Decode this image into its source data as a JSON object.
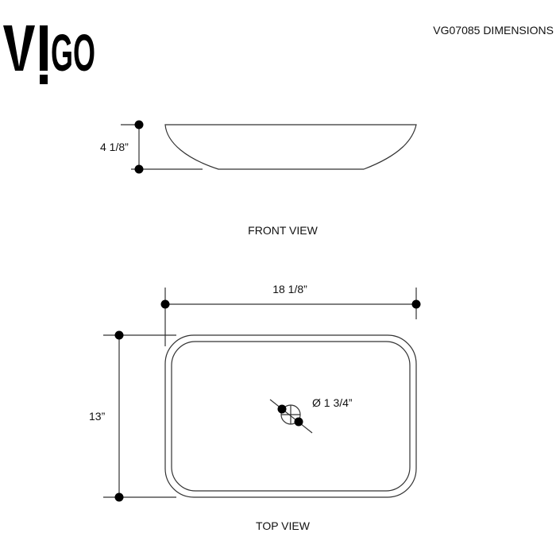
{
  "logo": "VIGO",
  "title": "VG07085 DIMENSIONS",
  "front_view": {
    "label": "FRONT VIEW",
    "height": "4 1/8”"
  },
  "top_view": {
    "label": "TOP VIEW",
    "width": "18 1/8”",
    "depth": "13”",
    "drain": "Ø 1 3/4”"
  },
  "colors": {
    "line": "#333333",
    "dot": "#000000"
  }
}
